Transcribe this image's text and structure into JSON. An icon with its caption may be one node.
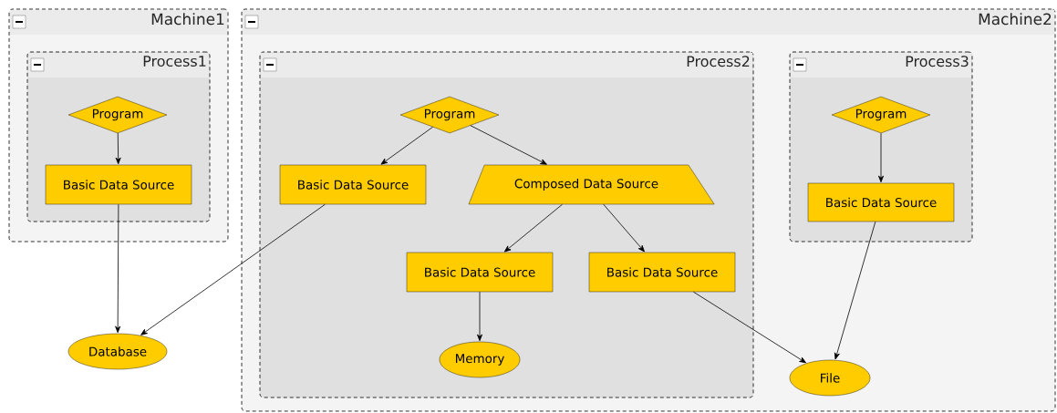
{
  "diagram": {
    "nodes": [
      {
        "text": [
          "Machine1"
        ]
      },
      {
        "text": [
          "Process1"
        ],
        "in": 0
      },
      {
        "text": [
          "Program"
        ],
        "in": 1
      },
      {
        "text": [
          "Basic Data Source"
        ],
        "in": 1
      },
      {
        "text": [
          "Machine2"
        ]
      },
      {
        "text": [
          "Process2"
        ],
        "in": 4
      },
      {
        "text": [
          "Program"
        ],
        "in": 5
      },
      {
        "text": [
          "Basic Data Source"
        ],
        "in": 5
      },
      {
        "text": [
          "Composed Data Source"
        ],
        "in": 5
      },
      {
        "text": [
          "Basic Data Source"
        ],
        "in": 5
      },
      {
        "text": [
          "Basic Data Source"
        ],
        "in": 5
      },
      {
        "text": [
          "Memory"
        ],
        "in": 5
      },
      {
        "text": [
          "Process3"
        ],
        "in": 4
      },
      {
        "text": [
          "Program"
        ],
        "in": 12
      },
      {
        "text": [
          "Basic Data Source"
        ],
        "in": 12
      },
      {
        "text": [
          "Database"
        ]
      },
      {
        "text": [
          "File"
        ],
        "in": 4
      }
    ],
    "edges": [
      {
        "from": 2,
        "to": 3,
        "arrow": "to"
      },
      {
        "from": 3,
        "to": 15,
        "arrow": "to"
      },
      {
        "from": 6,
        "to": 7,
        "arrow": "to"
      },
      {
        "from": 6,
        "to": 8,
        "arrow": "to"
      },
      {
        "from": 7,
        "to": 15,
        "arrow": "to"
      },
      {
        "from": 8,
        "to": 9,
        "arrow": "to"
      },
      {
        "from": 8,
        "to": 10,
        "arrow": "to"
      },
      {
        "from": 9,
        "to": 11,
        "arrow": "to"
      },
      {
        "from": 10,
        "to": 16,
        "arrow": "to"
      },
      {
        "from": 13,
        "to": 14,
        "arrow": "to"
      },
      {
        "from": 14,
        "to": 16,
        "arrow": "to"
      }
    ]
  }
}
